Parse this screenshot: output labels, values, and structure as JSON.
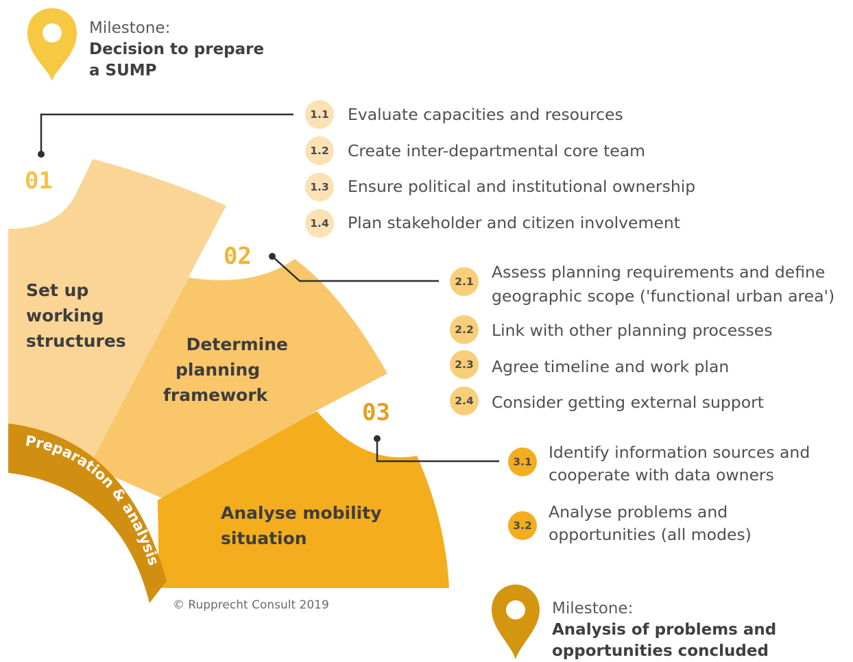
{
  "milestone_top": {
    "label": "Milestone:",
    "title_line1": "Decision to prepare",
    "title_line2": "a SUMP"
  },
  "milestone_bottom": {
    "label": "Milestone:",
    "title_line1": "Analysis of problems and",
    "title_line2": "opportunities concluded"
  },
  "sections": [
    {
      "number": "01",
      "title_lines": [
        "Set up",
        "working",
        "structures"
      ]
    },
    {
      "number": "02",
      "title_lines": [
        "Determine",
        "planning",
        "framework"
      ]
    },
    {
      "number": "03",
      "title_lines": [
        "Analyse mobility",
        "situation"
      ]
    }
  ],
  "arc_label": "Preparation & analysis",
  "steps": {
    "s1": [
      {
        "id": "1.1",
        "text": "Evaluate capacities and resources"
      },
      {
        "id": "1.2",
        "text": "Create inter-departmental core team"
      },
      {
        "id": "1.3",
        "text": "Ensure political and institutional ownership"
      },
      {
        "id": "1.4",
        "text": "Plan stakeholder and citizen involvement"
      }
    ],
    "s2": [
      {
        "id": "2.1",
        "lines": [
          "Assess planning requirements and define",
          "geographic scope ('functional urban area')"
        ]
      },
      {
        "id": "2.2",
        "text": "Link with other planning processes"
      },
      {
        "id": "2.3",
        "text": "Agree timeline and work plan"
      },
      {
        "id": "2.4",
        "text": "Consider getting external support"
      }
    ],
    "s3": [
      {
        "id": "3.1",
        "lines": [
          "Identify information sources and",
          "cooperate with data owners"
        ]
      },
      {
        "id": "3.2",
        "lines": [
          "Analyse problems and",
          "opportunities (all modes)"
        ]
      }
    ]
  },
  "copyright": "© Rupprecht Consult 2019",
  "colors": {
    "section1": "#fbd596",
    "section2": "#f9c66a",
    "section3": "#f3ad1d",
    "arc_band": "#d18f12",
    "pin_top": "#f7c842",
    "pin_bottom": "#d4960f",
    "number1": "#f4c247",
    "number2": "#f0b430",
    "number3": "#e4a11b"
  }
}
